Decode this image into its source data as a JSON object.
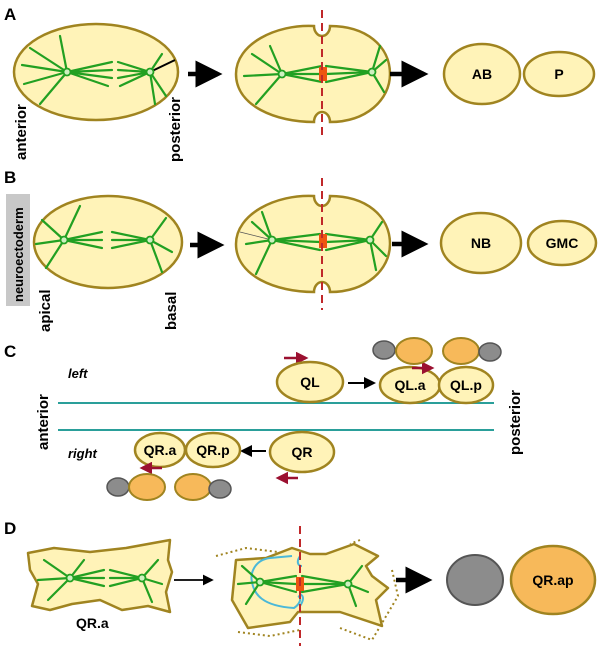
{
  "panels": {
    "A": {
      "letter": "A",
      "axis_left": "anterior",
      "axis_right": "posterior",
      "daughters": [
        "AB",
        "P"
      ]
    },
    "B": {
      "letter": "B",
      "tissue": "neuroectoderm",
      "axis_left": "apical",
      "axis_right": "basal",
      "daughters": [
        "NB",
        "GMC"
      ]
    },
    "C": {
      "letter": "C",
      "axis_left": "anterior",
      "axis_right": "posterior",
      "side_top": "left",
      "side_bottom": "right",
      "left_cells": [
        "QL",
        "QL.a",
        "QL.p"
      ],
      "right_cells": [
        "QR",
        "QR.a",
        "QR.p"
      ]
    },
    "D": {
      "letter": "D",
      "mother": "QR.a",
      "daughter": "QR.ap"
    }
  },
  "colors": {
    "cell_fill": "#FFF3B8",
    "cell_stroke": "#A08420",
    "spindle": "#22A022",
    "furrow": "#C0282A",
    "midzone": "#EE5511",
    "migration_arrow": "#9B1030",
    "orange_cell": "#F7B95A",
    "grey_cell": "#8C8C8C",
    "boundary_line": "#2A9F9A",
    "membrane_outline": "#4BB8D8",
    "tissue_box": "#C8C8C8"
  }
}
